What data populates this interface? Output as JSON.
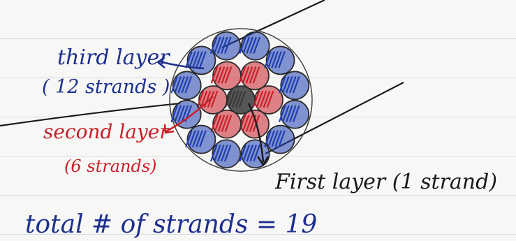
{
  "labels": {
    "third_layer": "third layer",
    "third_count": "( 12 strands )",
    "second_layer": "second layer",
    "second_count": "(6 strands)",
    "first_layer": "First layer (1 strand)",
    "total": "total # of strands = 19"
  },
  "layers": [
    {
      "name": "first",
      "strands": 1,
      "color": "#3a3a3a"
    },
    {
      "name": "second",
      "strands": 6,
      "color": "#c9202a"
    },
    {
      "name": "third",
      "strands": 12,
      "color": "#1f3fb0"
    }
  ],
  "colors": {
    "ink_blue": "#1d2f8f",
    "ink_red": "#c81f28",
    "ink_black": "#1a1a1a",
    "paper": "#f7f7f5"
  }
}
